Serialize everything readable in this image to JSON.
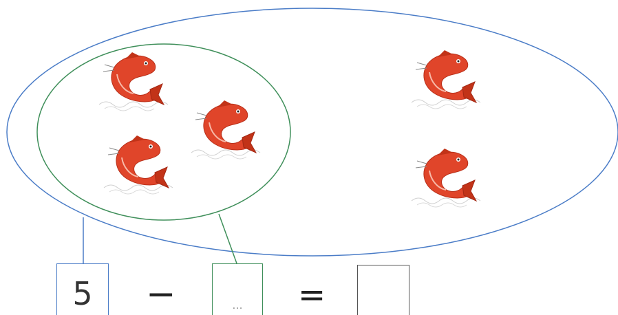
{
  "equation": {
    "total": "5",
    "minus": "−",
    "part_placeholder": "...",
    "equals": "=",
    "answer": ""
  },
  "colors": {
    "total_group": "#4a7cc7",
    "sub_group": "#3f8f5a",
    "answer_box": "#555555",
    "fish_body": "#e0452a",
    "fish_fin": "#c23318"
  },
  "icons": {
    "fish": "fish-icon"
  },
  "counts": {
    "fish_total": 5,
    "fish_in_subgroup": 3
  }
}
